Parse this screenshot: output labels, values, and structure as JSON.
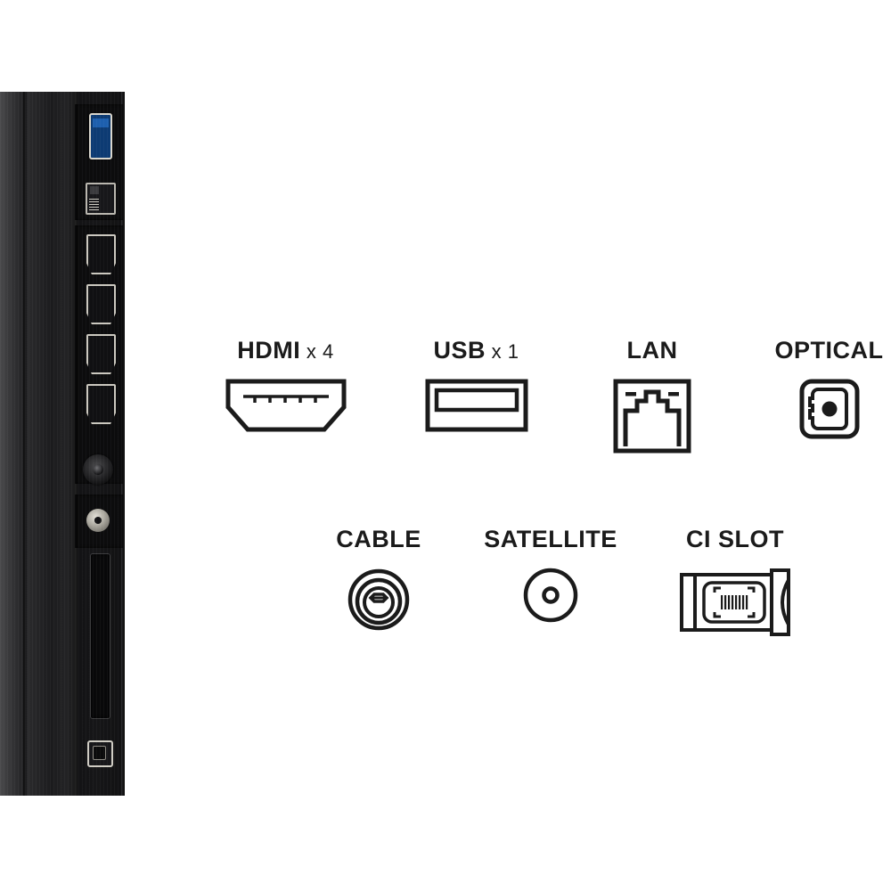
{
  "image": {
    "subject": "TV side connection panel",
    "background_color": "#ffffff",
    "line_color": "#1b1b1b"
  },
  "tv_panel": {
    "name": "tv-side-panel-photo",
    "chassis_color": "#1a1a1c",
    "ports": [
      {
        "id": "usb3",
        "name": "usb-3-port",
        "accent_color": "#1d5fae"
      },
      {
        "id": "lan",
        "name": "lan-rj45-port",
        "accent_color": "#cfcdc4"
      },
      {
        "id": "hdmi1",
        "name": "hdmi-port-1",
        "accent_color": "#cbc8bf"
      },
      {
        "id": "hdmi2",
        "name": "hdmi-port-2",
        "accent_color": "#cbc8bf"
      },
      {
        "id": "hdmi3",
        "name": "hdmi-port-3",
        "accent_color": "#cbc8bf"
      },
      {
        "id": "hdmi4",
        "name": "hdmi-port-4",
        "accent_color": "#cbc8bf"
      },
      {
        "id": "rf",
        "name": "cable-rf-antenna-port",
        "accent_color": "#6d6d70"
      },
      {
        "id": "satellite",
        "name": "satellite-lnb-port",
        "accent_color": "#e3e0d7"
      },
      {
        "id": "cislot",
        "name": "ci-card-slot",
        "accent_color": "#3c3c3e"
      },
      {
        "id": "optical",
        "name": "optical-audio-port",
        "accent_color": "#cfccc3"
      }
    ]
  },
  "specs": {
    "row1": [
      {
        "id": "hdmi",
        "label": "HDMI",
        "multiplier": "x 4",
        "icon": "hdmi-connector-icon"
      },
      {
        "id": "usb",
        "label": "USB",
        "multiplier": "x 1",
        "icon": "usb-connector-icon"
      },
      {
        "id": "lan",
        "label": "LAN",
        "multiplier": "",
        "icon": "lan-rj45-connector-icon"
      },
      {
        "id": "optical",
        "label": "OPTICAL",
        "multiplier": "",
        "icon": "optical-toslink-connector-icon"
      }
    ],
    "row2": [
      {
        "id": "cable",
        "label": "CABLE",
        "multiplier": "",
        "icon": "coaxial-cable-connector-icon"
      },
      {
        "id": "satellite",
        "label": "SATELLITE",
        "multiplier": "",
        "icon": "satellite-f-connector-icon"
      },
      {
        "id": "ci",
        "label": "CI SLOT",
        "multiplier": "",
        "icon": "ci-card-slot-icon"
      }
    ]
  }
}
